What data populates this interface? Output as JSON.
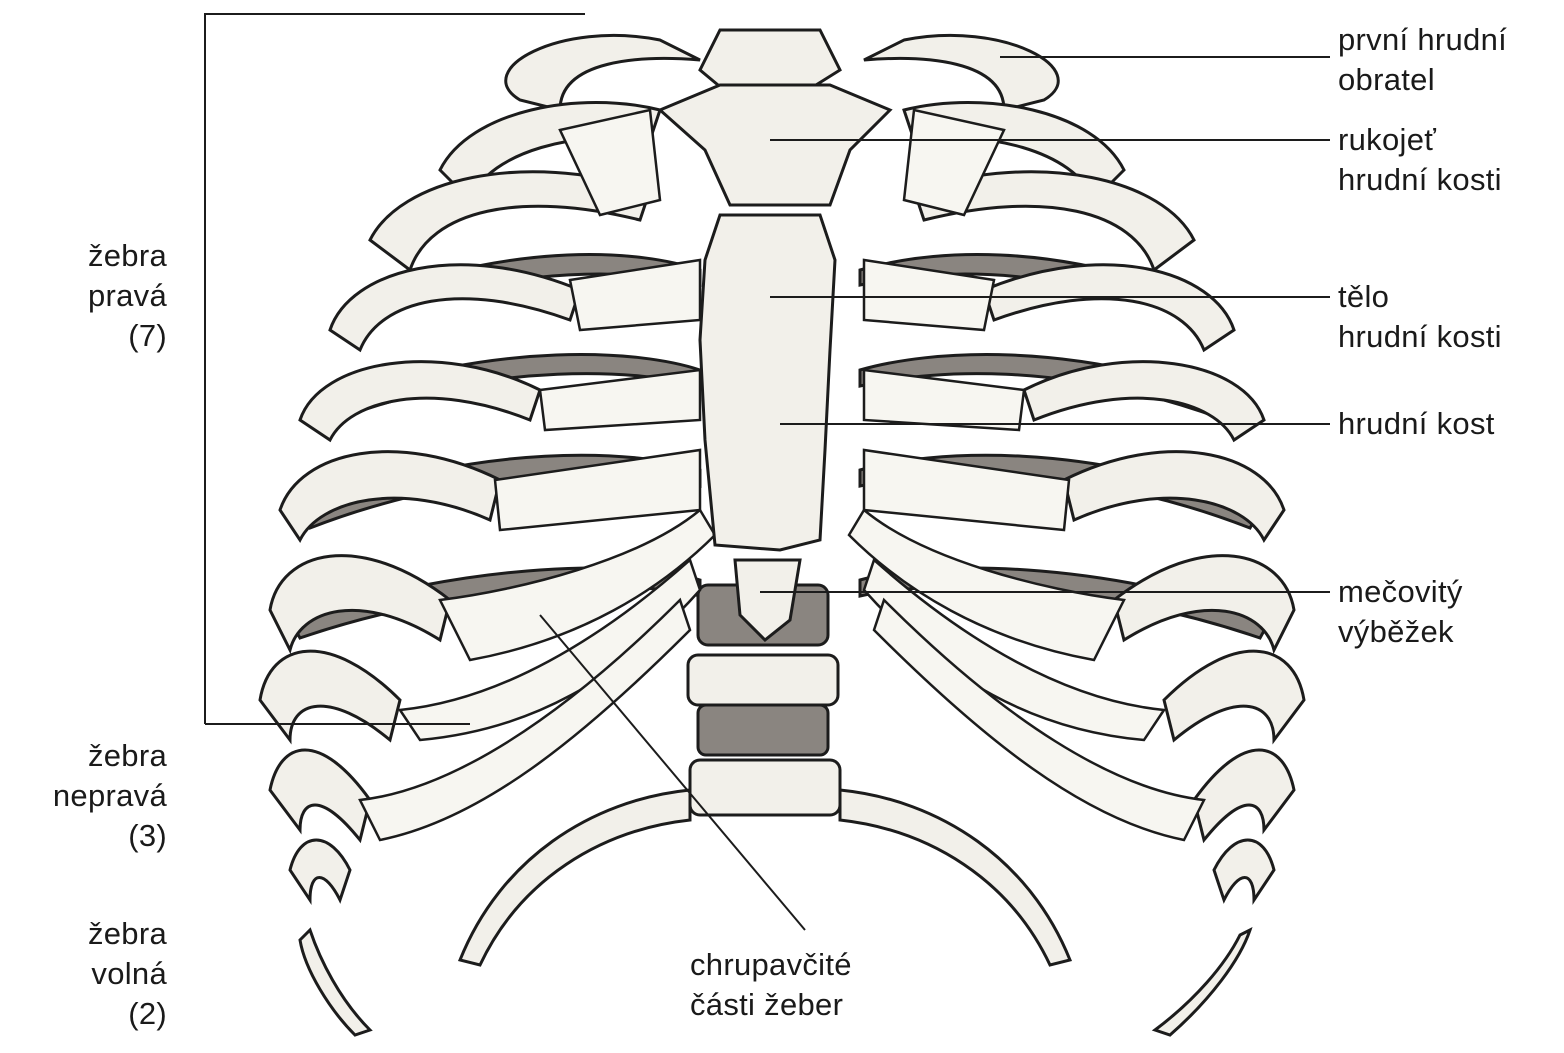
{
  "labels": {
    "first_thoracic_vertebra": [
      "první hrudní",
      "obratel"
    ],
    "manubrium": [
      "rukojeť",
      "hrudní kosti"
    ],
    "sternum_body": [
      "tělo",
      "hrudní kosti"
    ],
    "sternum": [
      "hrudní kost"
    ],
    "xiphoid": [
      "mečovitý",
      "výběžek"
    ],
    "true_ribs": [
      "žebra",
      "pravá",
      "(7)"
    ],
    "false_ribs": [
      "žebra",
      "nepravá",
      "(3)"
    ],
    "floating_ribs": [
      "žebra",
      "volná",
      "(2)"
    ],
    "costal_cartilage": [
      "chrupavčité",
      "části žeber"
    ]
  },
  "colors": {
    "ink": "#1c1c1c",
    "bone": "#f2f0ea",
    "shadow": "#8a8580",
    "background": "#ffffff"
  }
}
